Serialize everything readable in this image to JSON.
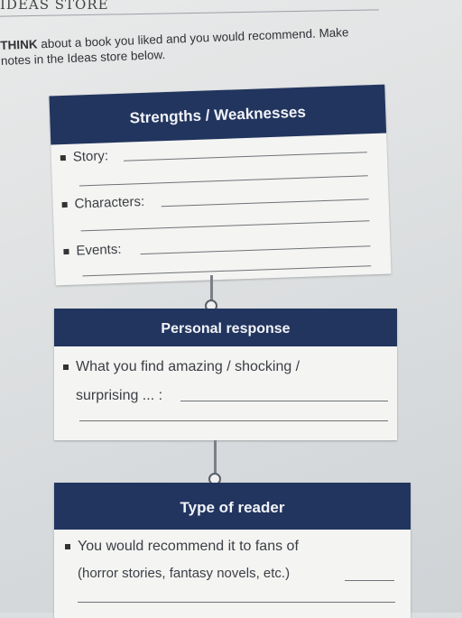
{
  "header": {
    "title": "IDEAS STORE"
  },
  "prompt": {
    "line1_lead": "THINK",
    "line1_rest": "about a book you liked and you would recommend. Make",
    "line2": "notes in the Ideas store below."
  },
  "sections": {
    "strengths": {
      "title": "Strengths / Weaknesses",
      "items": [
        "Story:",
        "Characters:",
        "Events:"
      ]
    },
    "personal": {
      "title": "Personal response",
      "items": [
        "What you find amazing / shocking /",
        "surprising ... :"
      ]
    },
    "reader": {
      "title": "Type of reader",
      "items": [
        "You would recommend it to fans of",
        "(horror stories, fantasy novels, etc.)"
      ]
    }
  }
}
